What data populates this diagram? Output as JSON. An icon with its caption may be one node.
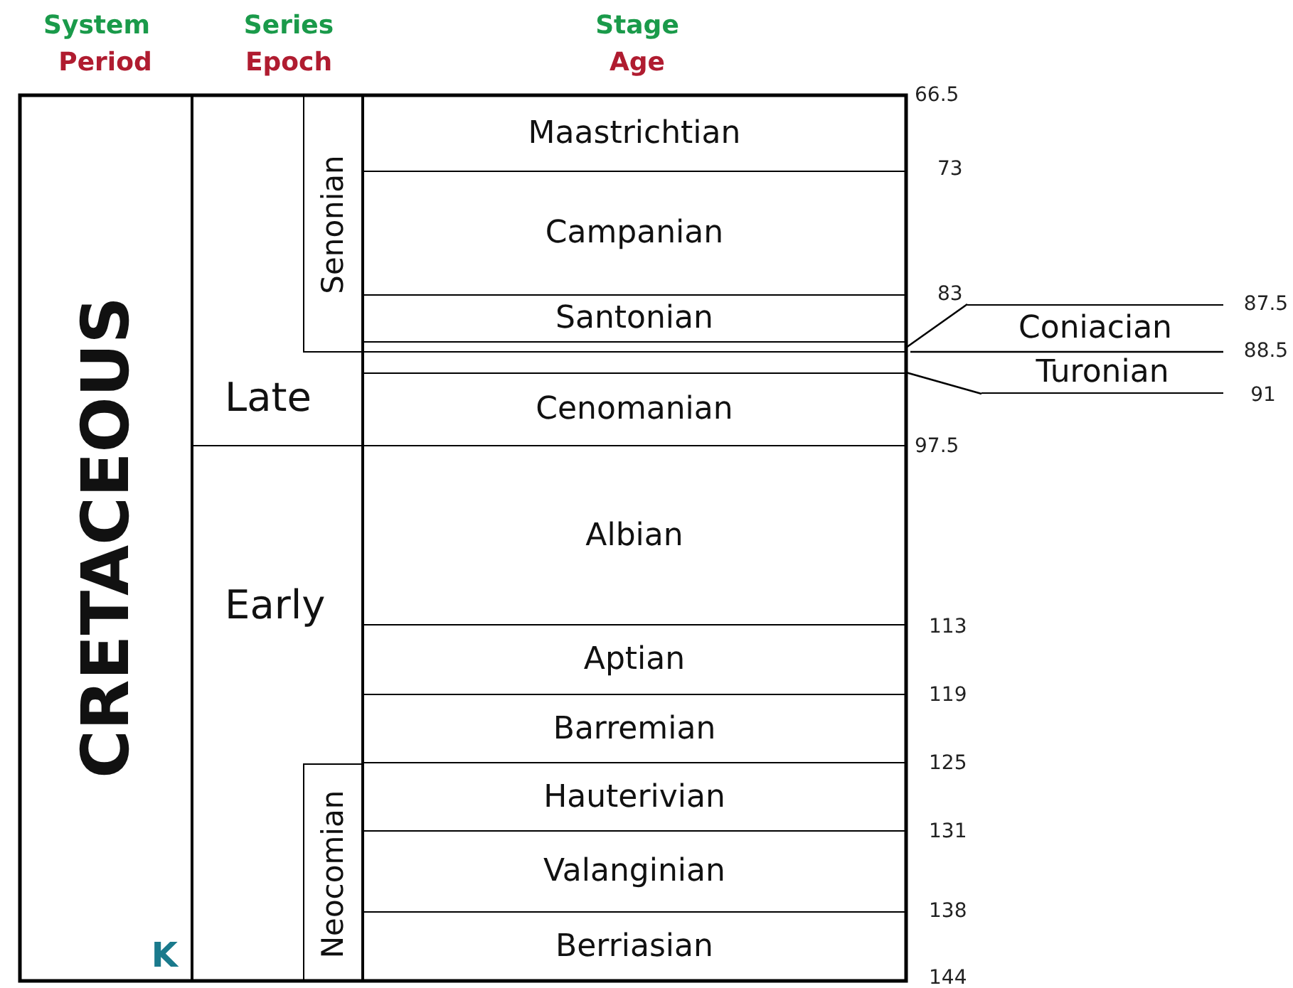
{
  "diagram": {
    "nodes": [
      {
        "text": [
          "CRETACEOUS",
          "K"
        ]
      },
      {
        "text": [
          "Late"
        ]
      },
      {
        "text": [
          "Senonian"
        ],
        "in": 1
      },
      {
        "text": [
          "Early"
        ]
      },
      {
        "text": [
          "Neocomian"
        ],
        "in": 3
      },
      {
        "text": [
          "Maastrichtian"
        ]
      },
      {
        "text": [
          "Campanian"
        ]
      },
      {
        "text": [
          "Santonian"
        ]
      },
      {
        "text": [],
        "shape": "bar"
      },
      {
        "text": [],
        "shape": "bar"
      },
      {
        "text": [
          "Cenomanian"
        ]
      },
      {
        "text": [
          "Albian"
        ]
      },
      {
        "text": [
          "Aptian"
        ]
      },
      {
        "text": [
          "Barremian"
        ]
      },
      {
        "text": [
          "Hauterivian"
        ]
      },
      {
        "text": [
          "Valanginian"
        ]
      },
      {
        "text": [
          "Berriasian"
        ]
      },
      {
        "text": [
          "Coniacian"
        ]
      },
      {
        "text": [
          "Turonian"
        ]
      }
    ],
    "edges": [
      {
        "from": 17,
        "to": 8,
        "arrow": "none"
      },
      {
        "from": 18,
        "to": 9,
        "arrow": "none"
      }
    ],
    "labels": [
      "System",
      "Series",
      "Stage",
      "Period",
      "Epoch",
      "Age",
      "66.5",
      "73",
      "83",
      "87.5",
      "88.5",
      "91",
      "97.5",
      "113",
      "119",
      "125",
      "131",
      "138",
      "144"
    ]
  }
}
